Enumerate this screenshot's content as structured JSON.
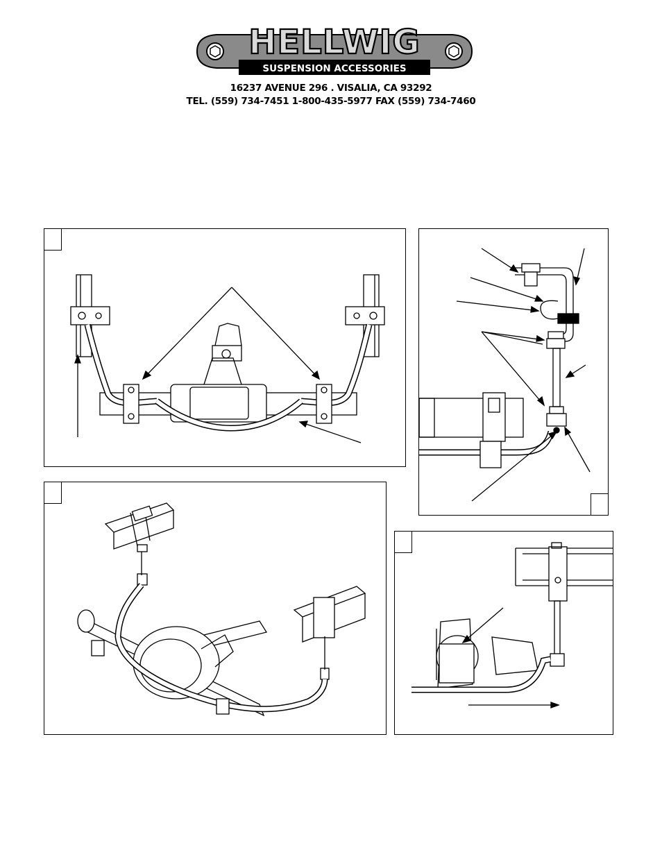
{
  "header": {
    "brand": "HELLWIG",
    "tagline": "SUSPENSION ACCESSORIES",
    "address_line": "16237 AVENUE 296 . VISALIA, CA 93292",
    "phone_line": "TEL. (559) 734-7451   1-800-435-5977   FAX (559) 734-7460"
  },
  "figures": {
    "top_left": {
      "diagram": "rear-sway-bar-overhead-view"
    },
    "top_right": {
      "diagram": "end-link-bracket-detail"
    },
    "bottom_left": {
      "diagram": "sway-bar-isometric-view"
    },
    "bottom_right": {
      "diagram": "end-link-side-view"
    }
  }
}
